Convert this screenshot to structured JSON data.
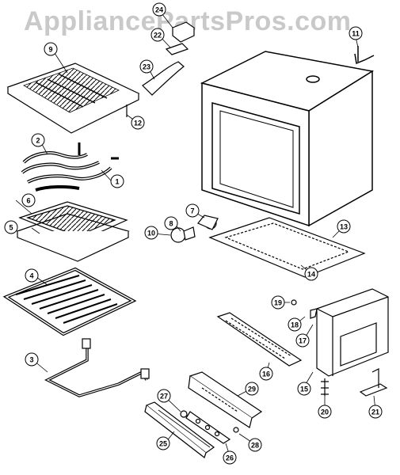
{
  "watermark": "AppliancePartsPros.com",
  "callouts": [
    "1",
    "2",
    "3",
    "4",
    "5",
    "6",
    "7",
    "8",
    "10",
    "9",
    "11",
    "12",
    "13",
    "14",
    "15",
    "16",
    "17",
    "18",
    "19",
    "20",
    "21",
    "22",
    "23",
    "24",
    "25",
    "26",
    "27",
    "28",
    "29"
  ],
  "colors": {
    "line": "#000000",
    "watermark": "#c9c9c9",
    "background": "#ffffff"
  }
}
